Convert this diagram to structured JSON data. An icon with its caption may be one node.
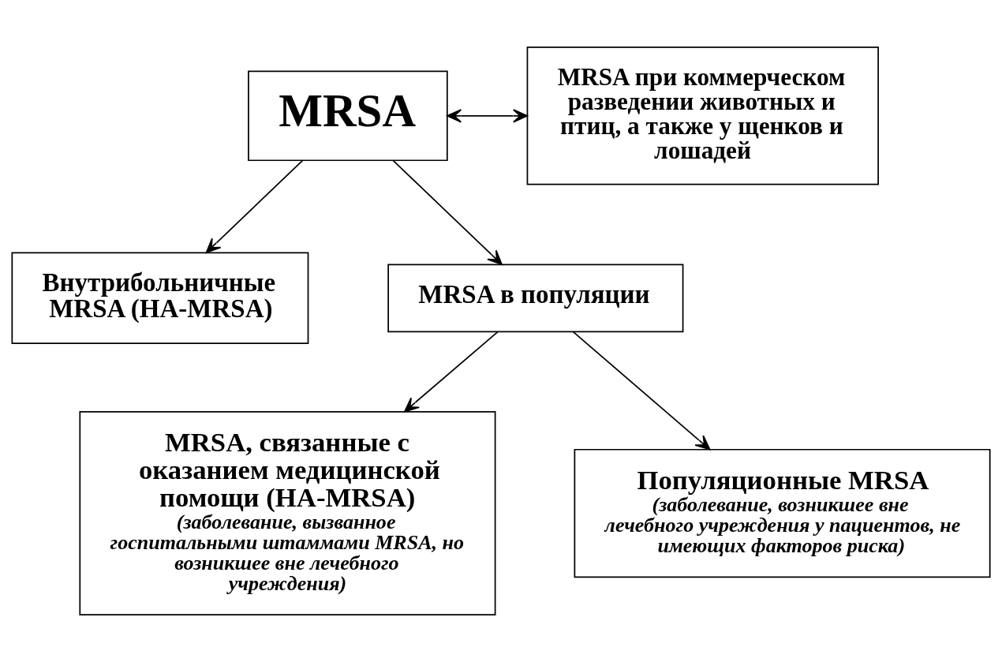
{
  "diagram": {
    "nodes": [
      {
        "text": [
          "MRSA"
        ]
      },
      {
        "text": [
          "MRSA при коммерческом разведении животных и птиц, а также у щенков и лошадей"
        ]
      },
      {
        "text": [
          "Внутрибольничные MRSA (HA-MRSA)"
        ]
      },
      {
        "text": [
          "MRSA в популяции"
        ]
      },
      {
        "text": [
          "MRSA, связанные с оказанием медицинской помощи (HA-MRSA)",
          "(заболевание, вызванное госпитальными штаммами MRSA, но возникшее вне лечебного учреждения)"
        ]
      },
      {
        "text": [
          "Популяционные MRSA",
          "(заболевание, возникшее вне лечебного учреждения у пациентов, не имеющих факторов риска)"
        ]
      }
    ],
    "edges": [
      {
        "from": 0,
        "to": 1,
        "arrow": "both"
      },
      {
        "from": 0,
        "to": 2,
        "arrow": "to"
      },
      {
        "from": 0,
        "to": 3,
        "arrow": "to"
      },
      {
        "from": 3,
        "to": 4,
        "arrow": "to"
      },
      {
        "from": 3,
        "to": 5,
        "arrow": "to"
      }
    ]
  }
}
